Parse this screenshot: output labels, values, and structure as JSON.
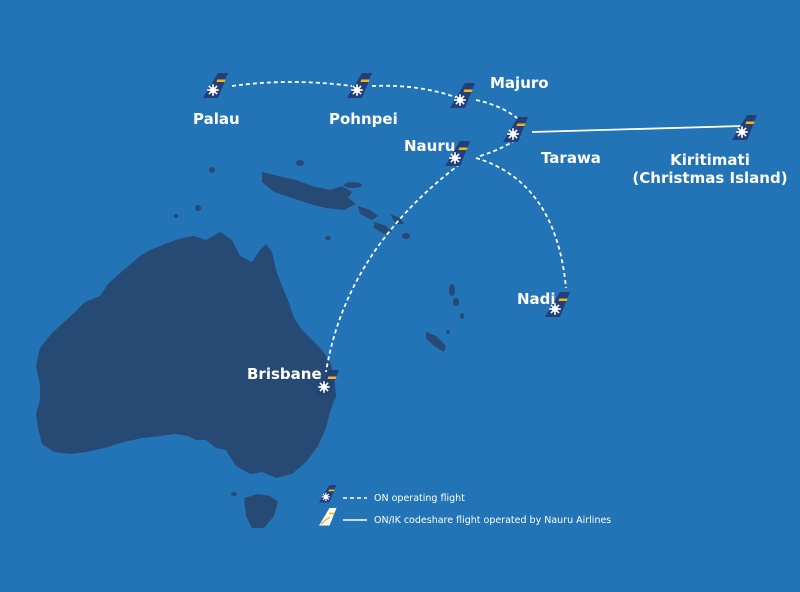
{
  "colors": {
    "ocean": "#2274b6",
    "land": "#264a73",
    "tail": "#243f78",
    "tail_stripe": "#f1b81c",
    "route": "#ffffff"
  },
  "cities": {
    "palau": "Palau",
    "pohnpei": "Pohnpei",
    "majuro": "Majuro",
    "nauru": "Nauru",
    "tarawa": "Tarawa",
    "kiritimati_line1": "Kiritimati",
    "kiritimati_line2": "(Christmas Island)",
    "nadi": "Nadi",
    "brisbane": "Brisbane"
  },
  "legend": {
    "operating": "ON operating flight",
    "codeshare": "ON/IK codeshare flight operated by Nauru Airlines"
  },
  "icons": {
    "airline_tail": "nauru-airlines-tail-icon",
    "codeshare_tail": "codeshare-tail-icon"
  }
}
